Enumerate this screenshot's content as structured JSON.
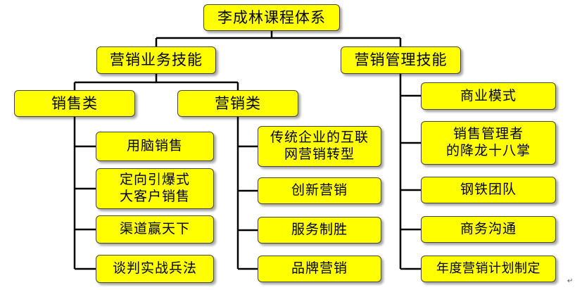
{
  "root": {
    "label": "李成林课程体系"
  },
  "branches": {
    "business": {
      "label": "营销业务技能",
      "sales": {
        "label": "销售类",
        "items": [
          "用脑销售",
          "定向引爆式\n大客户销售",
          "渠道赢天下",
          "谈判实战兵法"
        ]
      },
      "marketing": {
        "label": "营销类",
        "items": [
          "传统企业的互联\n网营销转型",
          "创新营销",
          "服务制胜",
          "品牌营销"
        ]
      }
    },
    "management": {
      "label": "营销管理技能",
      "items": [
        "商业模式",
        "销售管理者\n的降龙十八掌",
        "钢铁团队",
        "商务沟通",
        "年度营销计划制定"
      ]
    }
  },
  "colors": {
    "box_fill": "#FFFF00",
    "line": "#000000"
  },
  "paragraph_mark": "↵"
}
